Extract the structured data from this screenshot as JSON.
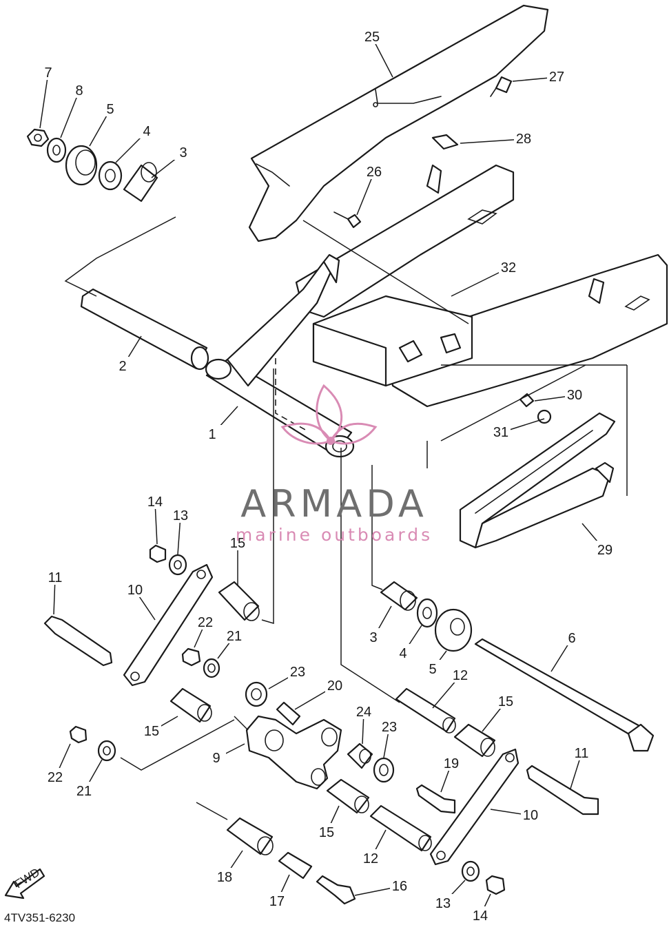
{
  "diagram": {
    "code": "4TV351-6230",
    "fwd_label": "FWD",
    "watermark": {
      "brand": "ARMADA",
      "tagline": "marine outboards"
    },
    "colors": {
      "line": "#1a1a1a",
      "watermark_gray": "#6f6f6f",
      "watermark_pink": "#d98bb4"
    },
    "callouts": [
      "25",
      "27",
      "28",
      "26",
      "32",
      "30",
      "31",
      "29",
      "7",
      "8",
      "5",
      "4",
      "3",
      "2",
      "1",
      "14",
      "13",
      "15",
      "11",
      "10",
      "22",
      "21",
      "23",
      "20",
      "12",
      "15",
      "3",
      "4",
      "5",
      "6",
      "9",
      "24",
      "23",
      "19",
      "11",
      "10",
      "15",
      "12",
      "18",
      "17",
      "16",
      "13",
      "14",
      "15",
      "22",
      "21"
    ]
  }
}
